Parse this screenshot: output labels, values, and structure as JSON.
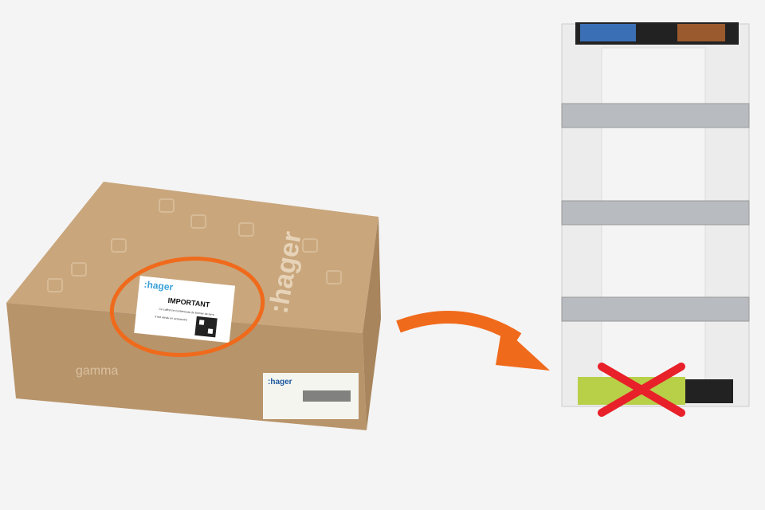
{
  "box": {
    "brand": ":hager",
    "label_brand": ":hager",
    "label_title": "IMPORTANT",
    "label_line1": "Ce coffret ne contient pas de bornier de terre",
    "label_line2": "Il est vendu en accessoire",
    "product_line": "gamma",
    "side_brand": ":hager"
  },
  "colors": {
    "highlight": "#f06a1c",
    "cross": "#e8202a",
    "cardboard": "#c9a47a"
  }
}
